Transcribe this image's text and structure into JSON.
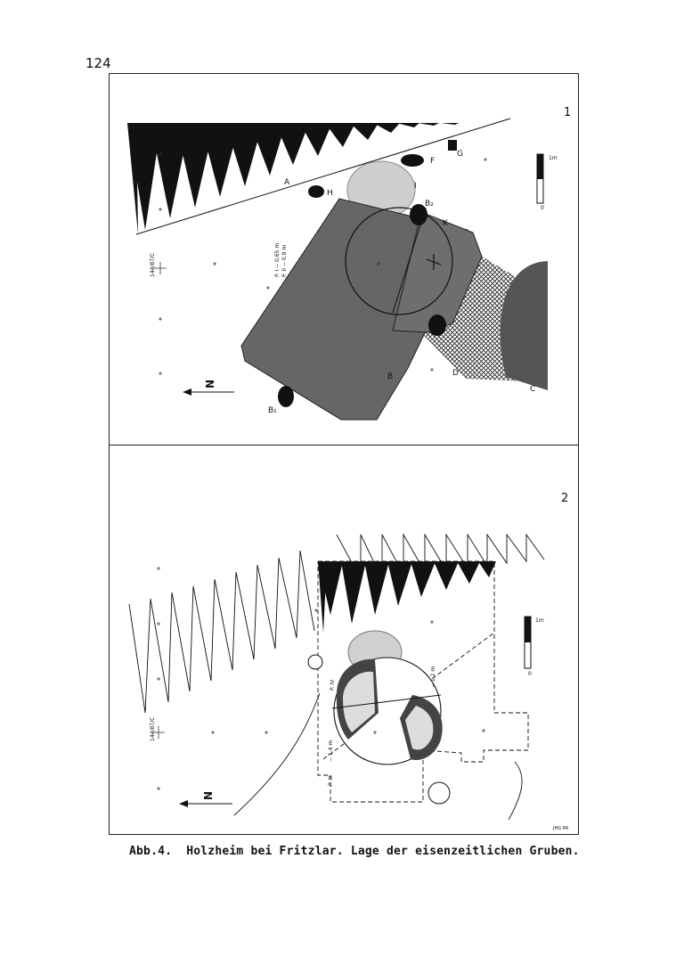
{
  "page": {
    "number": "124"
  },
  "figure": {
    "caption": "Abb.4.  Holzheim bei Fritzlar. Lage der eisenzeitlichen Gruben.",
    "stamp": "JHG 84"
  },
  "panel1": {
    "number": "1",
    "grid_label": "144/87/C",
    "north": "N",
    "scale_unit": "1m",
    "scale_zero": "0",
    "depth_p1": "P. I  − 0,65 m",
    "depth_p2": "P. II  − 0,9 m",
    "features": {
      "a": "A",
      "b": "B",
      "b1": "B₁",
      "b2": "B₂",
      "c": "C",
      "d": "D",
      "f": "F",
      "g": "G",
      "h": "H",
      "i": "I",
      "k": "K"
    }
  },
  "panel2": {
    "number": "2",
    "grid_label": "144/87/C",
    "north": "N",
    "scale_unit": "1m",
    "scale_zero": "0",
    "profiles": {
      "p3": "P. III",
      "p4": "P. IV"
    },
    "depths": {
      "d1": "− 1,4 m",
      "d2": "− 1,2 m"
    }
  }
}
